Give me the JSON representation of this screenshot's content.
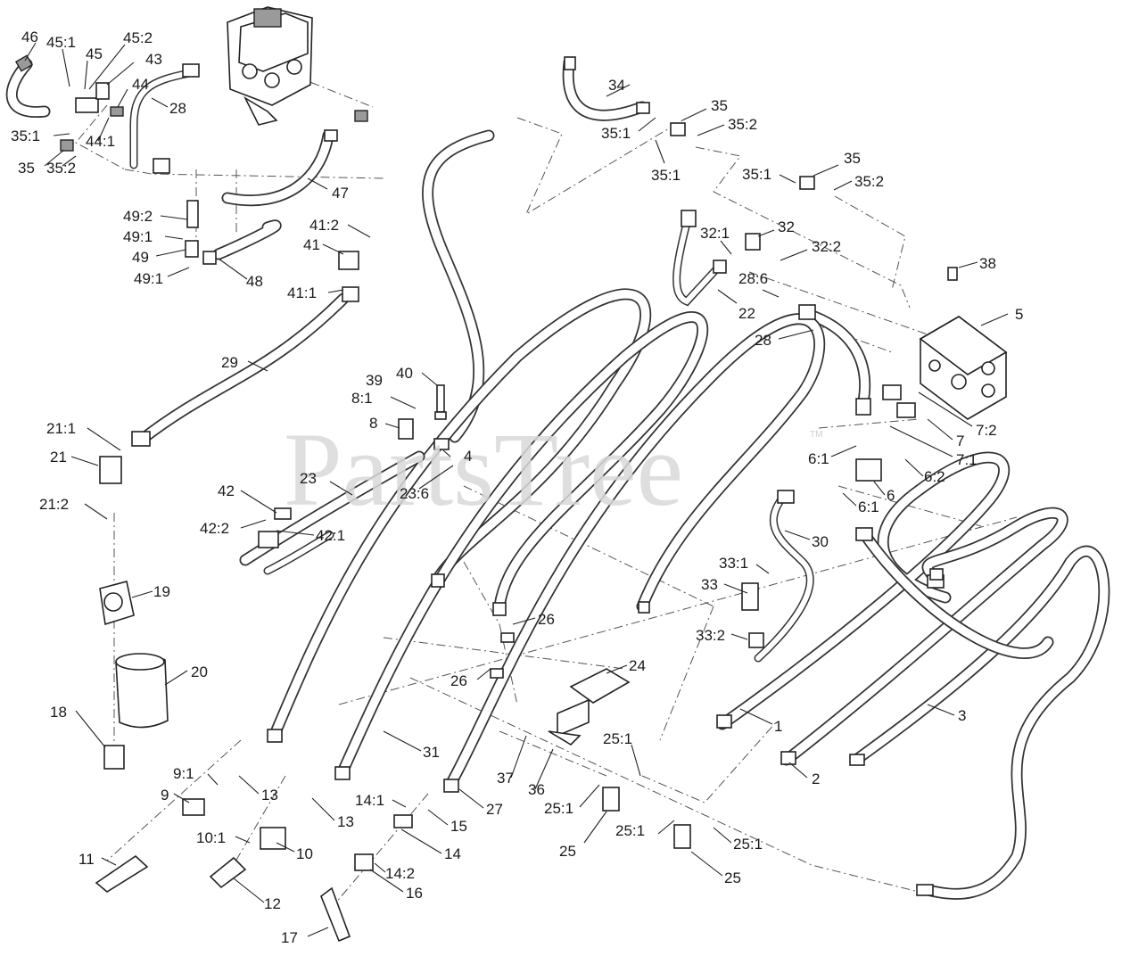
{
  "watermark": {
    "text": "PartsTree",
    "tm": "TM"
  },
  "labels": [
    {
      "id": "c1",
      "text": "46"
    },
    {
      "id": "c2",
      "text": "45:1"
    },
    {
      "id": "c3",
      "text": "45"
    },
    {
      "id": "c4",
      "text": "45:2"
    },
    {
      "id": "c5",
      "text": "43"
    },
    {
      "id": "c6",
      "text": "44"
    },
    {
      "id": "c7",
      "text": "28"
    },
    {
      "id": "c8",
      "text": "44:1"
    },
    {
      "id": "c9",
      "text": "35:1"
    },
    {
      "id": "c10",
      "text": "35"
    },
    {
      "id": "c11",
      "text": "35:2"
    },
    {
      "id": "c12",
      "text": "47"
    },
    {
      "id": "c13",
      "text": "49:2"
    },
    {
      "id": "c14",
      "text": "49:1"
    },
    {
      "id": "c15",
      "text": "49"
    },
    {
      "id": "c16",
      "text": "49:1"
    },
    {
      "id": "c17",
      "text": "48"
    },
    {
      "id": "c18",
      "text": "41:2"
    },
    {
      "id": "c19",
      "text": "41"
    },
    {
      "id": "c20",
      "text": "41:1"
    },
    {
      "id": "c21",
      "text": "29"
    },
    {
      "id": "c22",
      "text": "21:1"
    },
    {
      "id": "c23",
      "text": "21"
    },
    {
      "id": "c24",
      "text": "21:2"
    },
    {
      "id": "c25",
      "text": "19"
    },
    {
      "id": "c26",
      "text": "20"
    },
    {
      "id": "c27",
      "text": "18"
    },
    {
      "id": "c28",
      "text": "40"
    },
    {
      "id": "c29",
      "text": "39"
    },
    {
      "id": "c30",
      "text": "8:1"
    },
    {
      "id": "c31",
      "text": "8"
    },
    {
      "id": "c32",
      "text": "4"
    },
    {
      "id": "c33",
      "text": "23"
    },
    {
      "id": "c34",
      "text": "23:6"
    },
    {
      "id": "c35",
      "text": "42"
    },
    {
      "id": "c36",
      "text": "42:2"
    },
    {
      "id": "c37",
      "text": "42:1"
    },
    {
      "id": "c38",
      "text": "34"
    },
    {
      "id": "c39",
      "text": "35"
    },
    {
      "id": "c40",
      "text": "35:1"
    },
    {
      "id": "c41",
      "text": "35:2"
    },
    {
      "id": "c42",
      "text": "35:1"
    },
    {
      "id": "c43",
      "text": "35:1"
    },
    {
      "id": "c44",
      "text": "35"
    },
    {
      "id": "c45",
      "text": "35:2"
    },
    {
      "id": "c46",
      "text": "32:1"
    },
    {
      "id": "c47",
      "text": "32"
    },
    {
      "id": "c48",
      "text": "32:2"
    },
    {
      "id": "c49",
      "text": "38"
    },
    {
      "id": "c50",
      "text": "28:6"
    },
    {
      "id": "c51",
      "text": "22"
    },
    {
      "id": "c52",
      "text": "5"
    },
    {
      "id": "c53",
      "text": "28"
    },
    {
      "id": "c54",
      "text": "7:2"
    },
    {
      "id": "c55",
      "text": "7"
    },
    {
      "id": "c56",
      "text": "7:1"
    },
    {
      "id": "c57",
      "text": "6:1"
    },
    {
      "id": "c58",
      "text": "6:2"
    },
    {
      "id": "c59",
      "text": "6"
    },
    {
      "id": "c60",
      "text": "6:1"
    },
    {
      "id": "c61",
      "text": "30"
    },
    {
      "id": "c62",
      "text": "33:1"
    },
    {
      "id": "c63",
      "text": "33"
    },
    {
      "id": "c64",
      "text": "33:2"
    },
    {
      "id": "c65",
      "text": "26"
    },
    {
      "id": "c66",
      "text": "26"
    },
    {
      "id": "c67",
      "text": "24"
    },
    {
      "id": "c68",
      "text": "1"
    },
    {
      "id": "c69",
      "text": "3"
    },
    {
      "id": "c70",
      "text": "31"
    },
    {
      "id": "c71",
      "text": "9:1"
    },
    {
      "id": "c72",
      "text": "9"
    },
    {
      "id": "c73",
      "text": "13"
    },
    {
      "id": "c74",
      "text": "13"
    },
    {
      "id": "c75",
      "text": "10:1"
    },
    {
      "id": "c76",
      "text": "10"
    },
    {
      "id": "c77",
      "text": "11"
    },
    {
      "id": "c78",
      "text": "12"
    },
    {
      "id": "c79",
      "text": "14:1"
    },
    {
      "id": "c80",
      "text": "15"
    },
    {
      "id": "c81",
      "text": "14"
    },
    {
      "id": "c82",
      "text": "14:2"
    },
    {
      "id": "c83",
      "text": "16"
    },
    {
      "id": "c84",
      "text": "17"
    },
    {
      "id": "c85",
      "text": "27"
    },
    {
      "id": "c86",
      "text": "37"
    },
    {
      "id": "c87",
      "text": "36"
    },
    {
      "id": "c88",
      "text": "25:1"
    },
    {
      "id": "c89",
      "text": "25:1"
    },
    {
      "id": "c90",
      "text": "25"
    },
    {
      "id": "c91",
      "text": "25:1"
    },
    {
      "id": "c92",
      "text": "25:1"
    },
    {
      "id": "c93",
      "text": "25"
    },
    {
      "id": "c94",
      "text": "2"
    }
  ]
}
